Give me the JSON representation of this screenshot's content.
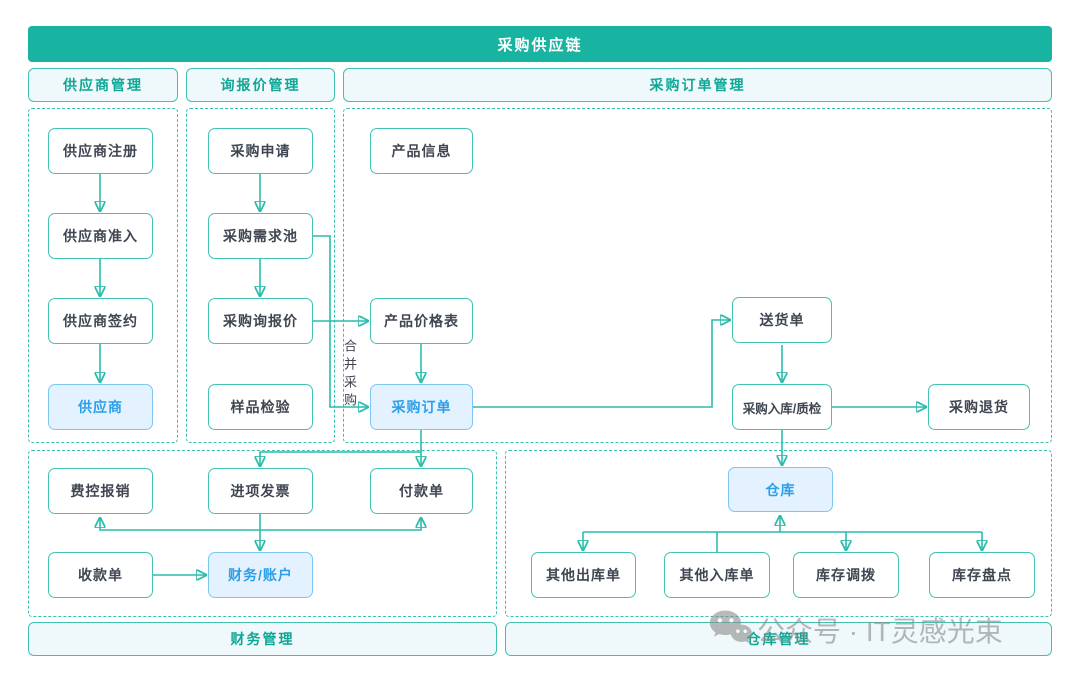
{
  "title": "采购供应链",
  "sections": {
    "supplier_mgmt": "供应商管理",
    "inquiry_mgmt": "询报价管理",
    "po_mgmt": "采购订单管理",
    "finance_mgmt": "财务管理",
    "warehouse_mgmt": "仓库管理"
  },
  "nodes": {
    "supplier_register": "供应商注册",
    "supplier_admission": "供应商准入",
    "supplier_sign": "供应商签约",
    "supplier": "供应商",
    "purchase_request": "采购申请",
    "demand_pool": "采购需求池",
    "purchase_inquiry": "采购询报价",
    "sample_inspection": "样品检验",
    "product_info": "产品信息",
    "price_list": "产品价格表",
    "purchase_order": "采购订单",
    "delivery_note": "送货单",
    "inbound_qc": "采购入库/质检",
    "purchase_return": "采购退货",
    "expense_reimburse": "费控报销",
    "input_invoice": "进项发票",
    "payment_slip": "付款单",
    "receipt_slip": "收款单",
    "finance_account": "财务/账户",
    "warehouse": "仓库",
    "other_outbound": "其他出库单",
    "other_inbound": "其他入库单",
    "stock_transfer": "库存调拨",
    "stock_count": "库存盘点"
  },
  "edge_labels": {
    "merge_purchase": "合并采购"
  },
  "watermark": {
    "icon": "wechat-icon",
    "text": "公众号 · IT灵感光束"
  },
  "colors": {
    "primary_teal": "#19b3a2",
    "border_teal": "#43c3b3",
    "dashed_teal": "#38bfae",
    "band_text_teal": "#0ea795",
    "highlight_blue_text": "#2d9fe8",
    "highlight_blue_bg": "#e3f2fe",
    "node_text": "#3f4652",
    "watermark_gray": "#8a8a8a"
  }
}
